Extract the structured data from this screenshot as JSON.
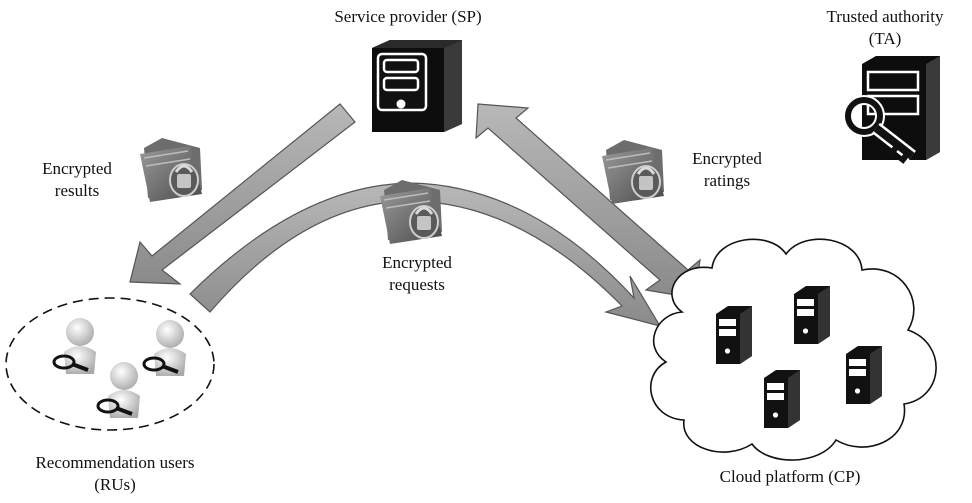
{
  "nodes": {
    "sp": {
      "label": "Service provider (SP)"
    },
    "ta": {
      "line1": "Trusted authority",
      "line2": "(TA)"
    },
    "ru": {
      "line1": "Recommendation users",
      "line2": "(RUs)"
    },
    "cp": {
      "label": "Cloud platform (CP)"
    }
  },
  "flows": {
    "results": {
      "line1": "Encrypted",
      "line2": "results"
    },
    "requests": {
      "line1": "Encrypted",
      "line2": "requests"
    },
    "ratings": {
      "line1": "Encrypted",
      "line2": "ratings"
    }
  },
  "icons": {
    "server": "server-icon",
    "key": "key-icon",
    "folder": "encrypted-folder-icon",
    "user": "user-magnifier-icon",
    "cloud": "cloud-icon"
  }
}
